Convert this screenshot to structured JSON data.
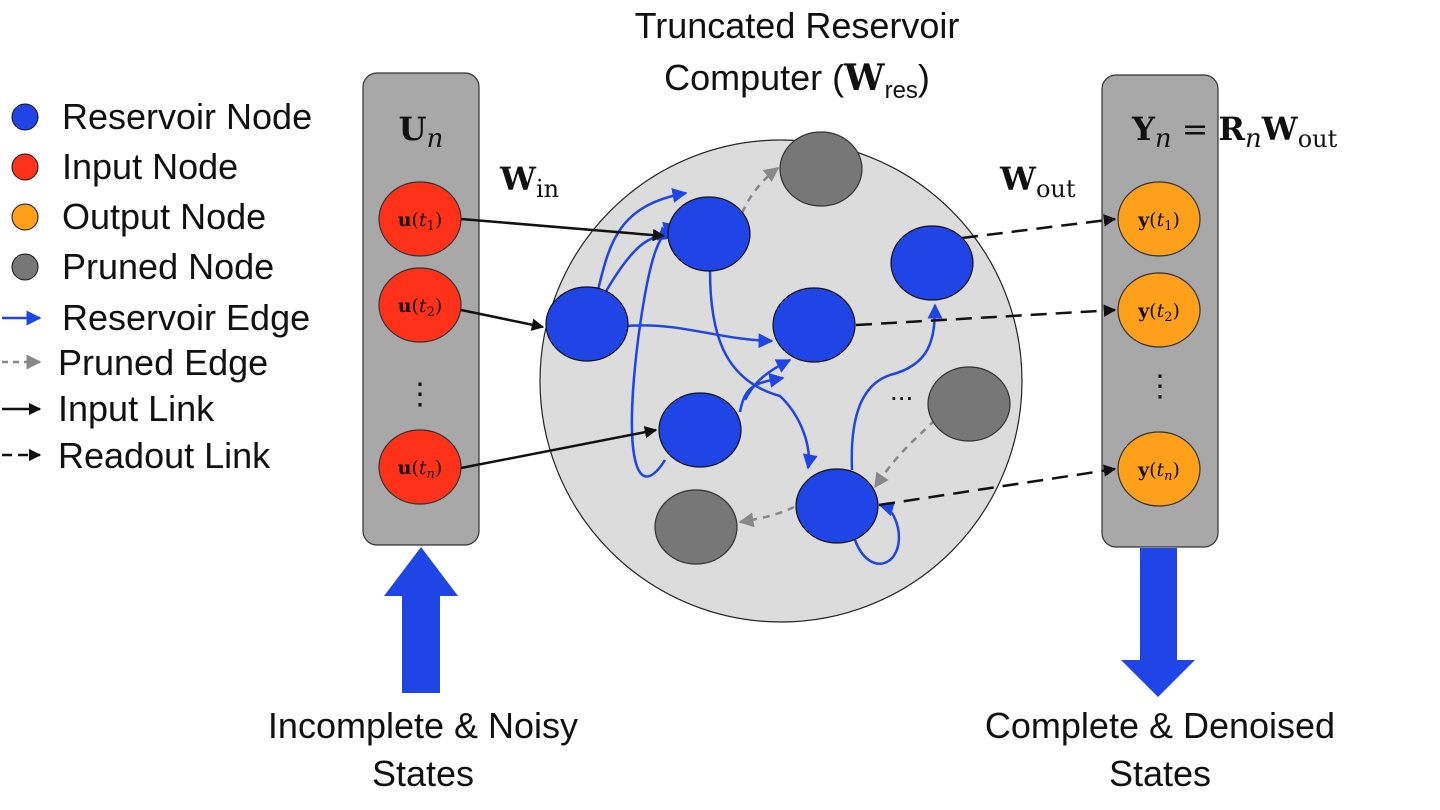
{
  "title": {
    "line1": "Truncated Reservoir",
    "line2_prefix": "Computer (",
    "line2_symbol": "W",
    "line2_subscript": "res",
    "line2_suffix": ")"
  },
  "legend": [
    {
      "kind": "node",
      "color": "#1f45e6",
      "label": "Reservoir Node"
    },
    {
      "kind": "node",
      "color": "#ff3118",
      "label": "Input Node"
    },
    {
      "kind": "node",
      "color": "#ffa01a",
      "label": "Output Node"
    },
    {
      "kind": "node",
      "color": "#777777",
      "label": "Pruned Node"
    },
    {
      "kind": "edge",
      "style": "reservoir",
      "color": "#1f45e6",
      "label": "Reservoir Edge"
    },
    {
      "kind": "edge",
      "style": "pruned",
      "color": "#888888",
      "label": "Pruned Edge"
    },
    {
      "kind": "edge",
      "style": "input",
      "color": "#111111",
      "label": "Input Link"
    },
    {
      "kind": "edge",
      "style": "readout",
      "color": "#111111",
      "label": "Readout Link"
    }
  ],
  "input_panel": {
    "symbol": "U",
    "subscript": "n",
    "nodes": [
      {
        "vector": "u",
        "time_sub": "1"
      },
      {
        "vector": "u",
        "time_sub": "2"
      },
      {
        "vector": "u",
        "time_sub": "n"
      }
    ],
    "ellipsis": "⋮",
    "caption_line1": "Incomplete & Noisy",
    "caption_line2": "States"
  },
  "output_panel": {
    "equation": {
      "lhs": "Y",
      "lhs_sub": "n",
      "equals": "=",
      "r": "R",
      "r_sub": "n",
      "w": "W",
      "w_sub": "out"
    },
    "nodes": [
      {
        "vector": "y",
        "time_sub": "1"
      },
      {
        "vector": "y",
        "time_sub": "2"
      },
      {
        "vector": "y",
        "time_sub": "n"
      }
    ],
    "ellipsis": "⋮",
    "caption_line1": "Complete & Denoised",
    "caption_line2": "States"
  },
  "labels": {
    "w_in": {
      "symbol": "W",
      "subscript": "in"
    },
    "w_out": {
      "symbol": "W",
      "subscript": "out"
    },
    "reservoir_ellipsis": "..."
  },
  "colors": {
    "reservoir_node": "#1f45e6",
    "input_node": "#ff3118",
    "output_node": "#ffa01a",
    "pruned_node": "#777777",
    "reservoir_background": "#dcdcdc",
    "panel_fill": "#a8a8a8",
    "arrow_fill": "#1f45e6"
  }
}
